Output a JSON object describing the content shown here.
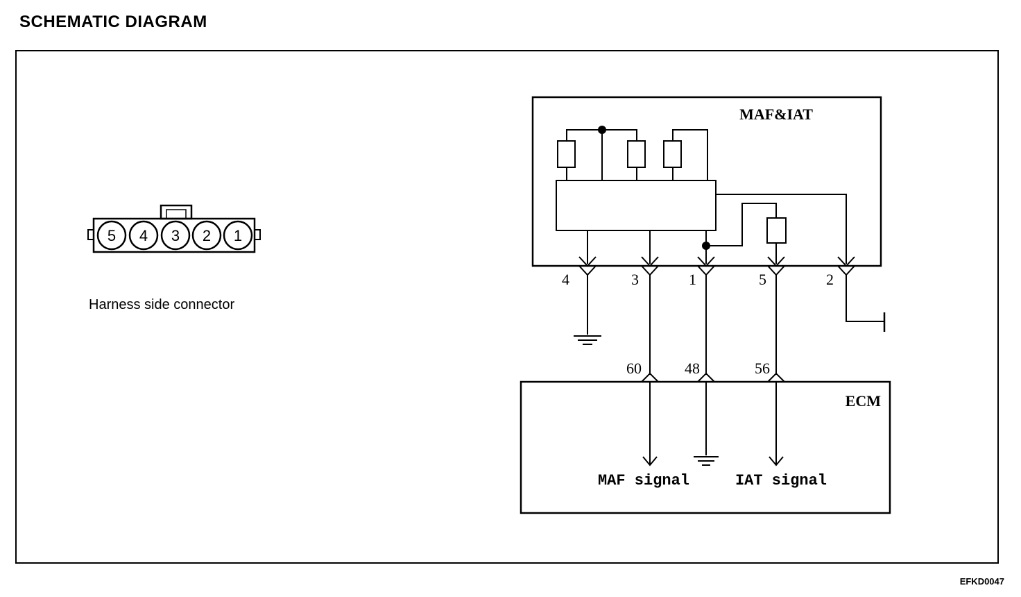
{
  "title": "SCHEMATIC DIAGRAM",
  "connector": {
    "pins": [
      "5",
      "4",
      "3",
      "2",
      "1"
    ],
    "label": "Harness side connector"
  },
  "sensor": {
    "label": "MAF&IAT",
    "terminals": [
      "4",
      "3",
      "1",
      "5",
      "2"
    ]
  },
  "ecm": {
    "label": "ECM",
    "terminals": [
      "60",
      "48",
      "56"
    ],
    "maf_signal": "MAF signal",
    "iat_signal": "IAT signal"
  },
  "figure_code": "EFKD0047"
}
